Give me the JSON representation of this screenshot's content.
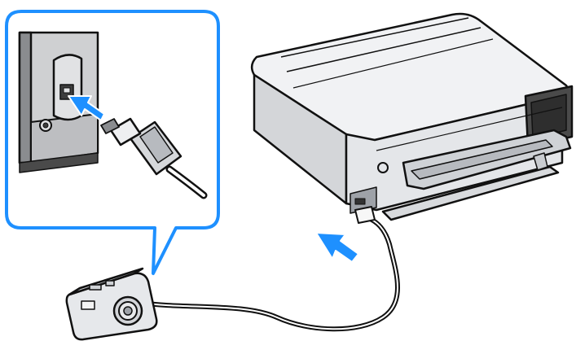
{
  "figure": {
    "elements": {
      "zoom_callout": "usb-port-closeup",
      "printer": "photo-printer",
      "camera": "digital-camera",
      "cable": "usb-cable",
      "arrows": [
        "insert-arrow-icon",
        "insert-arrow-icon"
      ]
    },
    "colors": {
      "callout_border": "#1e90ff",
      "arrow": "#1e90ff",
      "outline": "#111111",
      "printer_body": "#eceef0",
      "printer_shade": "#c9ccd0",
      "port_panel": "#c7c7c7",
      "panel_dark": "#4a4a4a",
      "camera_body": "#d9dbde"
    }
  }
}
